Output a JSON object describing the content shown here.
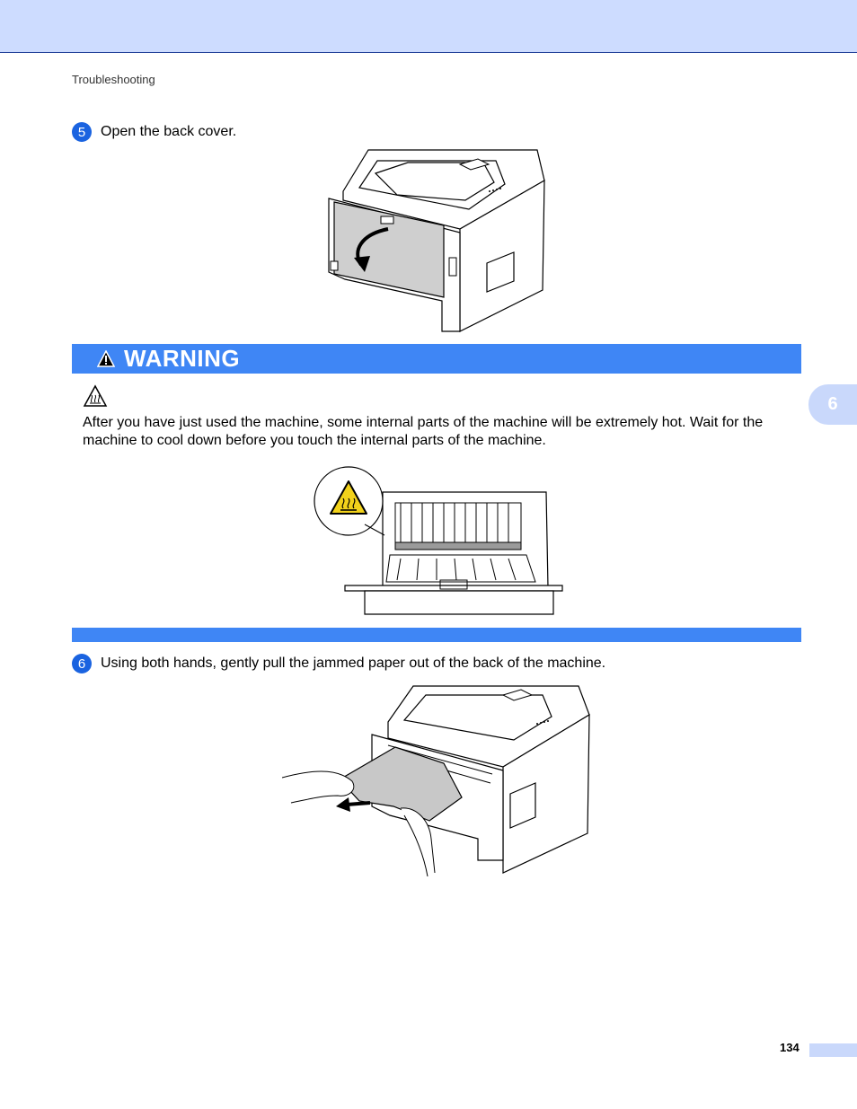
{
  "header": {
    "section": "Troubleshooting"
  },
  "steps": [
    {
      "number": "5",
      "text": "Open the back cover."
    },
    {
      "number": "6",
      "text": "Using both hands, gently pull the jammed paper out of the back of the machine."
    }
  ],
  "warning": {
    "title": "WARNING",
    "text": "After you have just used the machine, some internal parts of the machine will be extremely hot. Wait for the machine to cool down before you touch the internal parts of the machine."
  },
  "chapter_tab": "6",
  "footer": {
    "page_number": "134"
  },
  "colors": {
    "accent": "#3f86f5",
    "step_circle": "#1a63e0",
    "band": "#cddcff",
    "hot_label": "#f2d21b"
  }
}
